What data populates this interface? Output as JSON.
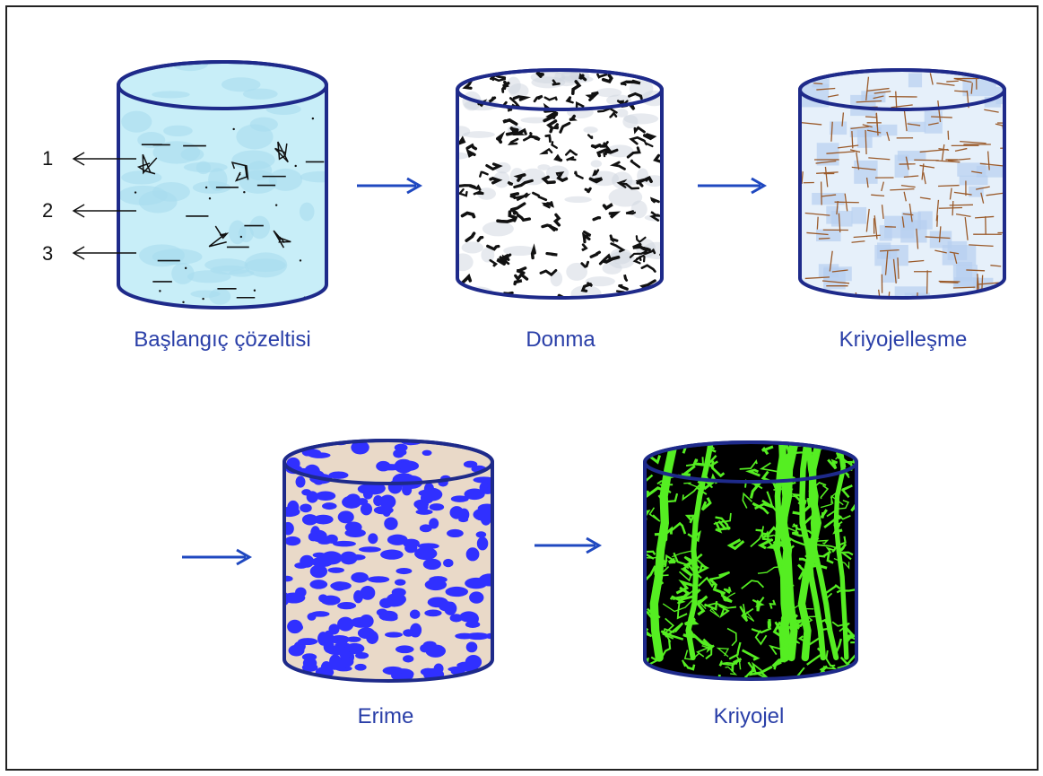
{
  "stages": [
    {
      "label": "Başlangıç çözeltisi",
      "fill": "#c8eef8",
      "pattern": "solution"
    },
    {
      "label": "Donma",
      "fill": "#ffffff",
      "pattern": "frozen"
    },
    {
      "label": "Kriyojelleşme",
      "fill": "#e6f0fa",
      "pattern": "cryo"
    },
    {
      "label": "Erime",
      "fill": "#ffffff",
      "pattern": "melt"
    },
    {
      "label": "Kriyojel",
      "fill": "#000000",
      "pattern": "gel"
    }
  ],
  "markers": [
    "1",
    "2",
    "3"
  ],
  "colors": {
    "outline": "#1e2a8a",
    "arrow": "#1f48c0",
    "label": "#2a3fa8",
    "melt_blob": "#3030ff",
    "gel_strand": "#55ee22",
    "cryo_line": "#9a5a2a",
    "frozen_mark": "#111111"
  }
}
